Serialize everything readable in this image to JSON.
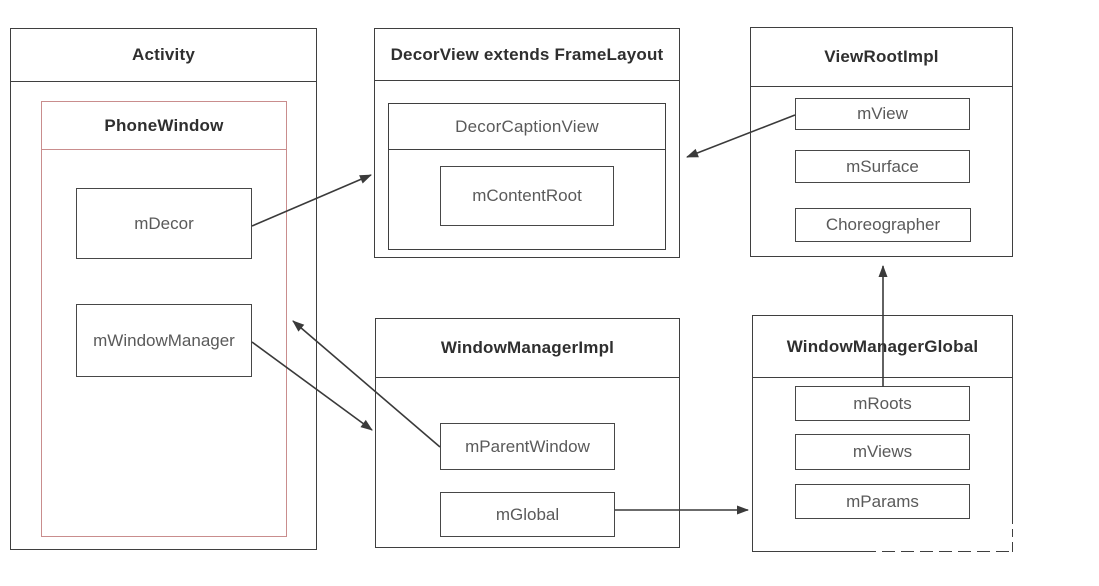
{
  "nodes": {
    "activity": {
      "title": "Activity"
    },
    "phone_window": {
      "title": "PhoneWindow",
      "fields": [
        "mDecor",
        "mWindowManager"
      ]
    },
    "decor_view": {
      "title": "DecorView extends FrameLayout"
    },
    "decor_caption_view": {
      "title": "DecorCaptionView",
      "fields": [
        "mContentRoot"
      ]
    },
    "view_root_impl": {
      "title": "ViewRootImpl",
      "fields": [
        "mView",
        "mSurface",
        "Choreographer"
      ]
    },
    "window_manager_impl": {
      "title": "WindowManagerImpl",
      "fields": [
        "mParentWindow",
        "mGlobal"
      ]
    },
    "window_manager_global": {
      "title": "WindowManagerGlobal",
      "fields": [
        "mRoots",
        "mViews",
        "mParams"
      ]
    }
  },
  "edges": [
    {
      "from": "mDecor",
      "to": "DecorView extends FrameLayout"
    },
    {
      "from": "mView",
      "to": "DecorView extends FrameLayout"
    },
    {
      "from": "mWindowManager",
      "to": "WindowManagerImpl"
    },
    {
      "from": "mParentWindow",
      "to": "PhoneWindow"
    },
    {
      "from": "mGlobal",
      "to": "WindowManagerGlobal"
    },
    {
      "from": "WindowManagerGlobal",
      "to": "ViewRootImpl"
    }
  ],
  "colors": {
    "background": "#ffffff",
    "box_border": "#3f3f3f",
    "phone_window_border": "#c98d8d",
    "title_text": "#2f2f2f",
    "field_text": "#5a5a5a",
    "arrow": "#3a3a3a"
  }
}
